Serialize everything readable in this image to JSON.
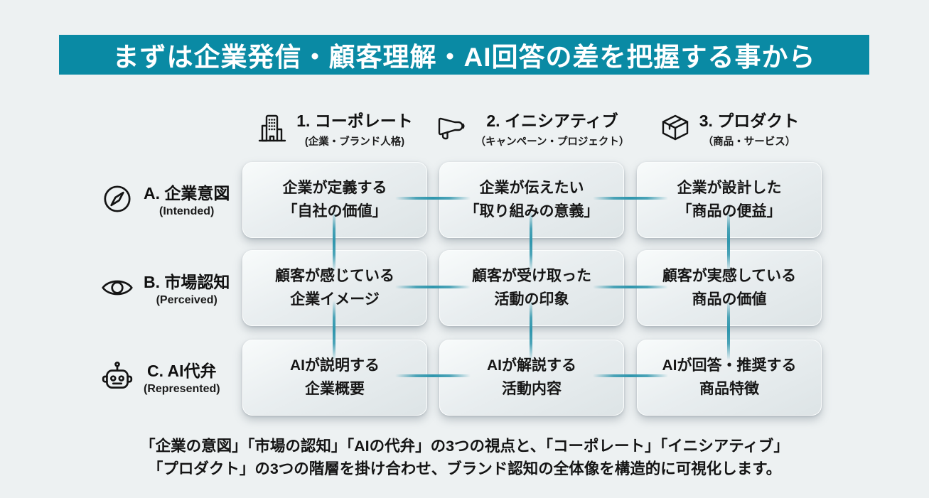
{
  "title": "まずは企業発信・顧客理解・AI回答の差を把握する事から",
  "columns": [
    {
      "label": "1. コーポレート",
      "sub": "(企業・ブランド人格)",
      "icon": "building-icon"
    },
    {
      "label": "2. イニシアティブ",
      "sub": "（キャンペーン・プロジェクト）",
      "icon": "megaphone-icon"
    },
    {
      "label": "3. プロダクト",
      "sub": "（商品・サービス）",
      "icon": "package-icon"
    }
  ],
  "rows": [
    {
      "label": "A. 企業意図",
      "sub": "(Intended)",
      "icon": "compass-icon"
    },
    {
      "label": "B. 市場認知",
      "sub": "(Perceived)",
      "icon": "eye-icon"
    },
    {
      "label": "C. AI代弁",
      "sub": "(Represented)",
      "icon": "robot-icon"
    }
  ],
  "cells": [
    [
      {
        "line1": "企業が定義する",
        "line2": "「自社の価値」"
      },
      {
        "line1": "企業が伝えたい",
        "line2": "「取り組みの意義」"
      },
      {
        "line1": "企業が設計した",
        "line2": "「商品の便益」"
      }
    ],
    [
      {
        "line1": "顧客が感じている",
        "line2": "企業イメージ"
      },
      {
        "line1": "顧客が受け取った",
        "line2": "活動の印象"
      },
      {
        "line1": "顧客が実感している",
        "line2": "商品の価値"
      }
    ],
    [
      {
        "line1": "AIが説明する",
        "line2": "企業概要"
      },
      {
        "line1": "AIが解説する",
        "line2": "活動内容"
      },
      {
        "line1": "AIが回答・推奨する",
        "line2": "商品特徴"
      }
    ]
  ],
  "footer": {
    "line1": "「企業の意図」「市場の認知」「AIの代弁」の3つの視点と、「コーポレート」「イニシアティブ」",
    "line2": "「プロダクト」の3つの階層を掛け合わせ、ブランド認知の全体像を構造的に可視化します。"
  },
  "colors": {
    "accent_teal": "#0a8aa4",
    "connector_teal": "#2f96ad",
    "background": "#edf1f2",
    "cell_background": "#e7edee",
    "text": "#151515",
    "title_text": "#ffffff"
  }
}
